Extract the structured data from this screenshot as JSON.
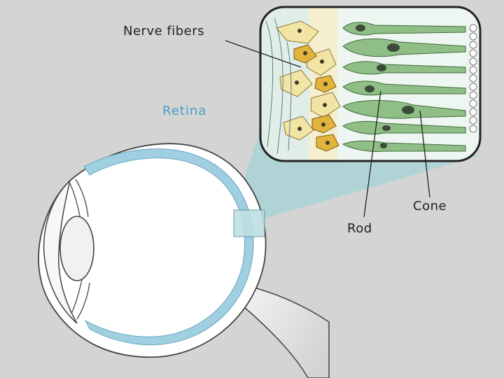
{
  "labels": {
    "nerve_fibers": "Nerve fibers",
    "retina": "Retina",
    "rod": "Rod",
    "cone": "Cone"
  },
  "colors": {
    "background": "#d4d4d4",
    "retina": "#9fcfe0",
    "projection": "#a9d3d6",
    "photoreceptor": "#8fbf86",
    "ganglion_cell": "#f2e4a4",
    "bipolar_cell": "#e2b43c",
    "retina_label": "#4a9cc7"
  }
}
